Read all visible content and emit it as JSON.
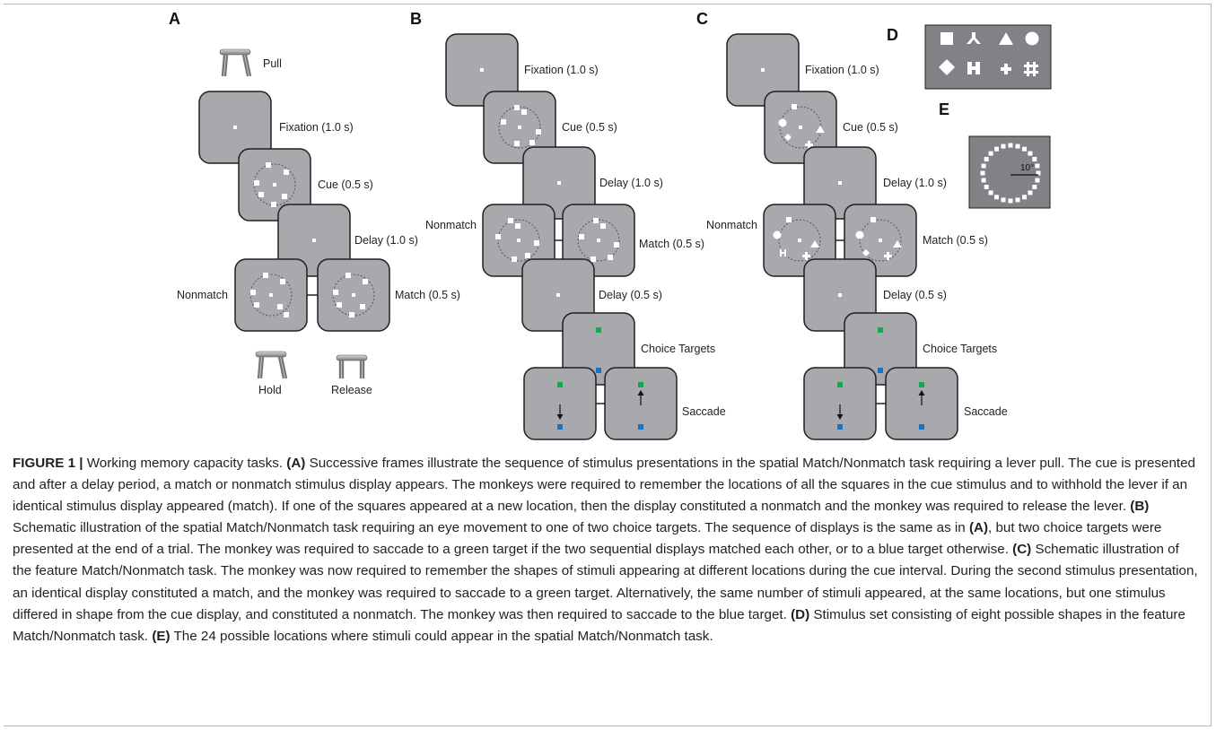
{
  "panels": {
    "A": {
      "letter": "A",
      "pull": "Pull",
      "fixation": "Fixation (1.0 s)",
      "cue": "Cue (0.5 s)",
      "delay": "Delay (1.0 s)",
      "nonmatch": "Nonmatch",
      "match": "Match (0.5 s)",
      "hold": "Hold",
      "release": "Release"
    },
    "B": {
      "letter": "B",
      "fixation": "Fixation (1.0 s)",
      "cue": "Cue (0.5 s)",
      "delay1": "Delay (1.0 s)",
      "nonmatch": "Nonmatch",
      "match": "Match (0.5 s)",
      "delay2": "Delay (0.5 s)",
      "choice": "Choice Targets",
      "saccade": "Saccade"
    },
    "C": {
      "letter": "C",
      "fixation": "Fixation (1.0 s)",
      "cue": "Cue (0.5 s)",
      "delay1": "Delay (1.0 s)",
      "nonmatch": "Nonmatch",
      "match": "Match (0.5 s)",
      "delay2": "Delay (0.5 s)",
      "choice": "Choice Targets",
      "saccade": "Saccade"
    },
    "D": {
      "letter": "D"
    },
    "E": {
      "letter": "E",
      "radius_label": "10°"
    }
  },
  "colors": {
    "screen_fill": "#a7a9ac",
    "screen_border": "#231f20",
    "green_target": "#13a84a",
    "blue_target": "#1c75bc",
    "stimulus": "#ffffff"
  },
  "caption": {
    "heading": "FIGURE 1 |",
    "title": " Working memory capacity tasks. ",
    "refA": "(A)",
    "textA": " Successive frames illustrate the sequence of stimulus presentations in the spatial Match/Nonmatch task requiring a lever pull. The cue is presented and after a delay period, a match or nonmatch stimulus display appears. The monkeys were required to remember the locations of all the squares in the cue stimulus and to withhold the lever if an identical stimulus display appeared (match). If one of the squares appeared at a new location, then the display constituted a nonmatch and the monkey was required to release the lever. ",
    "refB": "(B)",
    "textB1": " Schematic illustration of the spatial Match/Nonmatch task requiring an eye movement to one of two choice targets. The sequence of displays is the same as in ",
    "refB2": "(A)",
    "textB2": ", but two choice targets were presented at the end of a trial. The monkey was required to saccade to a green target if the two sequential displays matched each other, or to a blue target otherwise. ",
    "refC": "(C)",
    "textC": " Schematic illustration of the feature Match/Nonmatch task. The monkey was now required to remember the shapes of stimuli appearing at different locations during the cue interval. During the second stimulus presentation, an identical display constituted a match, and the monkey was required to saccade to a green target. Alternatively, the same number of stimuli appeared, at the same locations, but one stimulus differed in shape from the cue display, and constituted a nonmatch. The monkey was then required to saccade to the blue target. ",
    "refD": "(D)",
    "textD": " Stimulus set consisting of eight possible shapes in the feature Match/Nonmatch task. ",
    "refE": "(E)",
    "textE": " The 24 possible locations where stimuli could appear in the spatial Match/Nonmatch task."
  }
}
